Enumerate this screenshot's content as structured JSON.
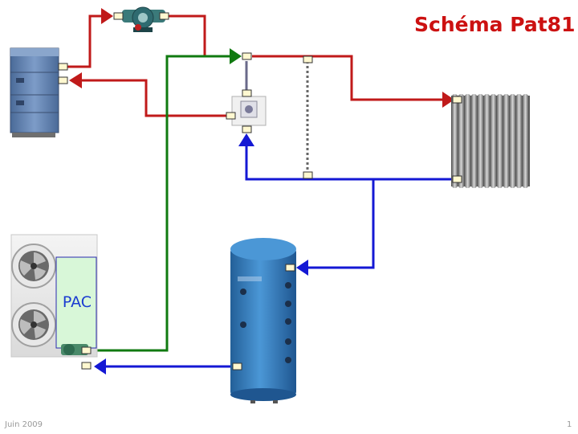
{
  "title": "Schéma Pat81",
  "pac_label": "PAC",
  "footer": {
    "date": "Juin 2009",
    "page": "1"
  },
  "colors": {
    "hot_pipe": "#c01a1a",
    "cold_pipe": "#1418d4",
    "green_pipe": "#107a10",
    "bypass_dotted": "#666666",
    "title": "#cc1111",
    "pac_box_fill": "#d8f7d8",
    "tank_body": "#3d86c4",
    "boiler_body": "#5e7da8"
  },
  "icons": {
    "boiler": "boiler-icon",
    "circulator_pump": "circulator-pump-icon",
    "three_way_valve": "three-way-valve-icon",
    "radiator": "radiator-icon",
    "heat_pump": "heat-pump-icon",
    "buffer_tank": "buffer-tank-icon"
  }
}
